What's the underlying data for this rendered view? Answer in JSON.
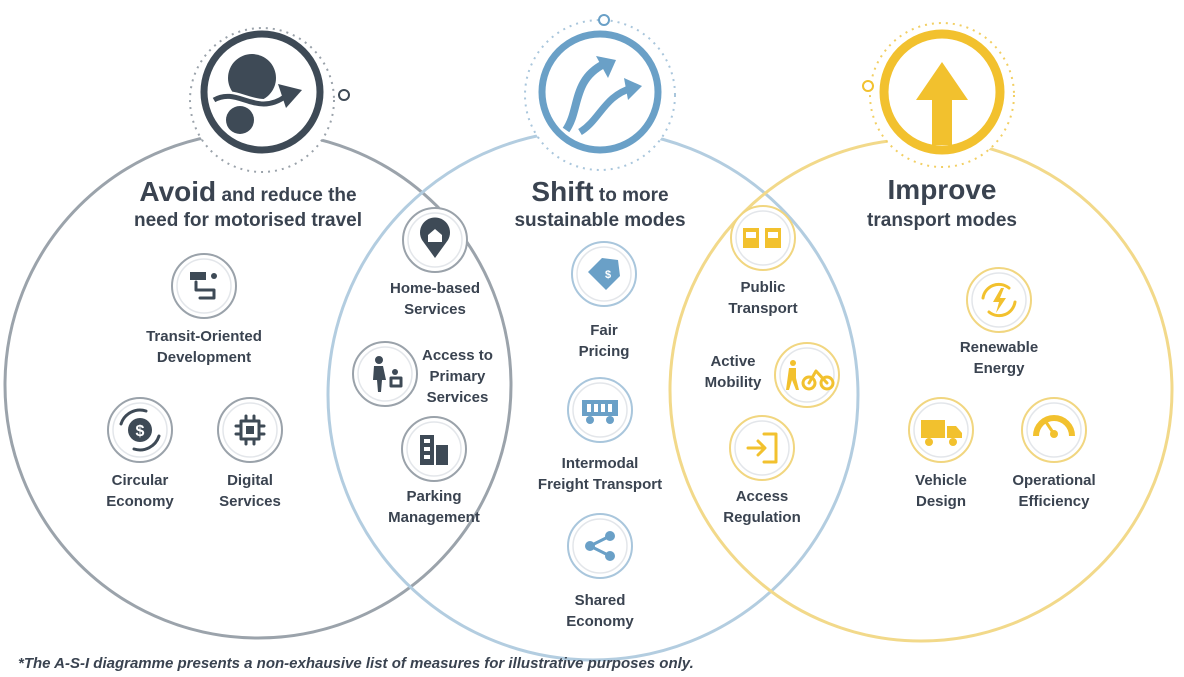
{
  "pillars": {
    "avoid": {
      "keyword": "Avoid",
      "rest": " and reduce the",
      "line2": "need for motorised travel",
      "color": "#9aa2aa",
      "icon_color": "#3e4a56",
      "measures": [
        {
          "label": "Transit-Oriented\nDevelopment",
          "icon": "route-map-icon"
        },
        {
          "label": "Circular\nEconomy",
          "icon": "dollar-cycle-icon"
        },
        {
          "label": "Digital\nServices",
          "icon": "chip-icon"
        }
      ]
    },
    "shift": {
      "keyword": "Shift",
      "rest": " to more",
      "line2": "sustainable modes",
      "color": "#a9c6dc",
      "icon_color": "#6aa0c7",
      "measures": [
        {
          "label": "Fair\nPricing",
          "icon": "price-tag-icon"
        },
        {
          "label": "Intermodal\nFreight Transport",
          "icon": "freight-wagon-icon"
        },
        {
          "label": "Shared\nEconomy",
          "icon": "share-icon"
        }
      ]
    },
    "improve": {
      "keyword": "Improve",
      "line2": "transport modes",
      "color": "#f1d680",
      "icon_color": "#f2c12e",
      "measures": [
        {
          "label": "Renewable\nEnergy",
          "icon": "renewable-energy-icon"
        },
        {
          "label": "Vehicle\nDesign",
          "icon": "truck-icon"
        },
        {
          "label": "Operational\nEfficiency",
          "icon": "gauge-icon"
        }
      ]
    }
  },
  "overlaps": {
    "avoid_shift": [
      {
        "label": "Home-based\nServices",
        "icon": "home-pin-icon"
      },
      {
        "label": "Access to\nPrimary\nServices",
        "icon": "pedestrian-icon"
      },
      {
        "label": "Parking\nManagement",
        "icon": "building-icon"
      }
    ],
    "shift_improve": [
      {
        "label": "Public\nTransport",
        "icon": "bus-tram-icon"
      },
      {
        "label": "Active\nMobility",
        "icon": "walk-bike-icon"
      },
      {
        "label": "Access\nRegulation",
        "icon": "entry-icon"
      }
    ]
  },
  "footnote": "*The A-S-I diagramme presents a non-exhausive list of measures for illustrative purposes only."
}
